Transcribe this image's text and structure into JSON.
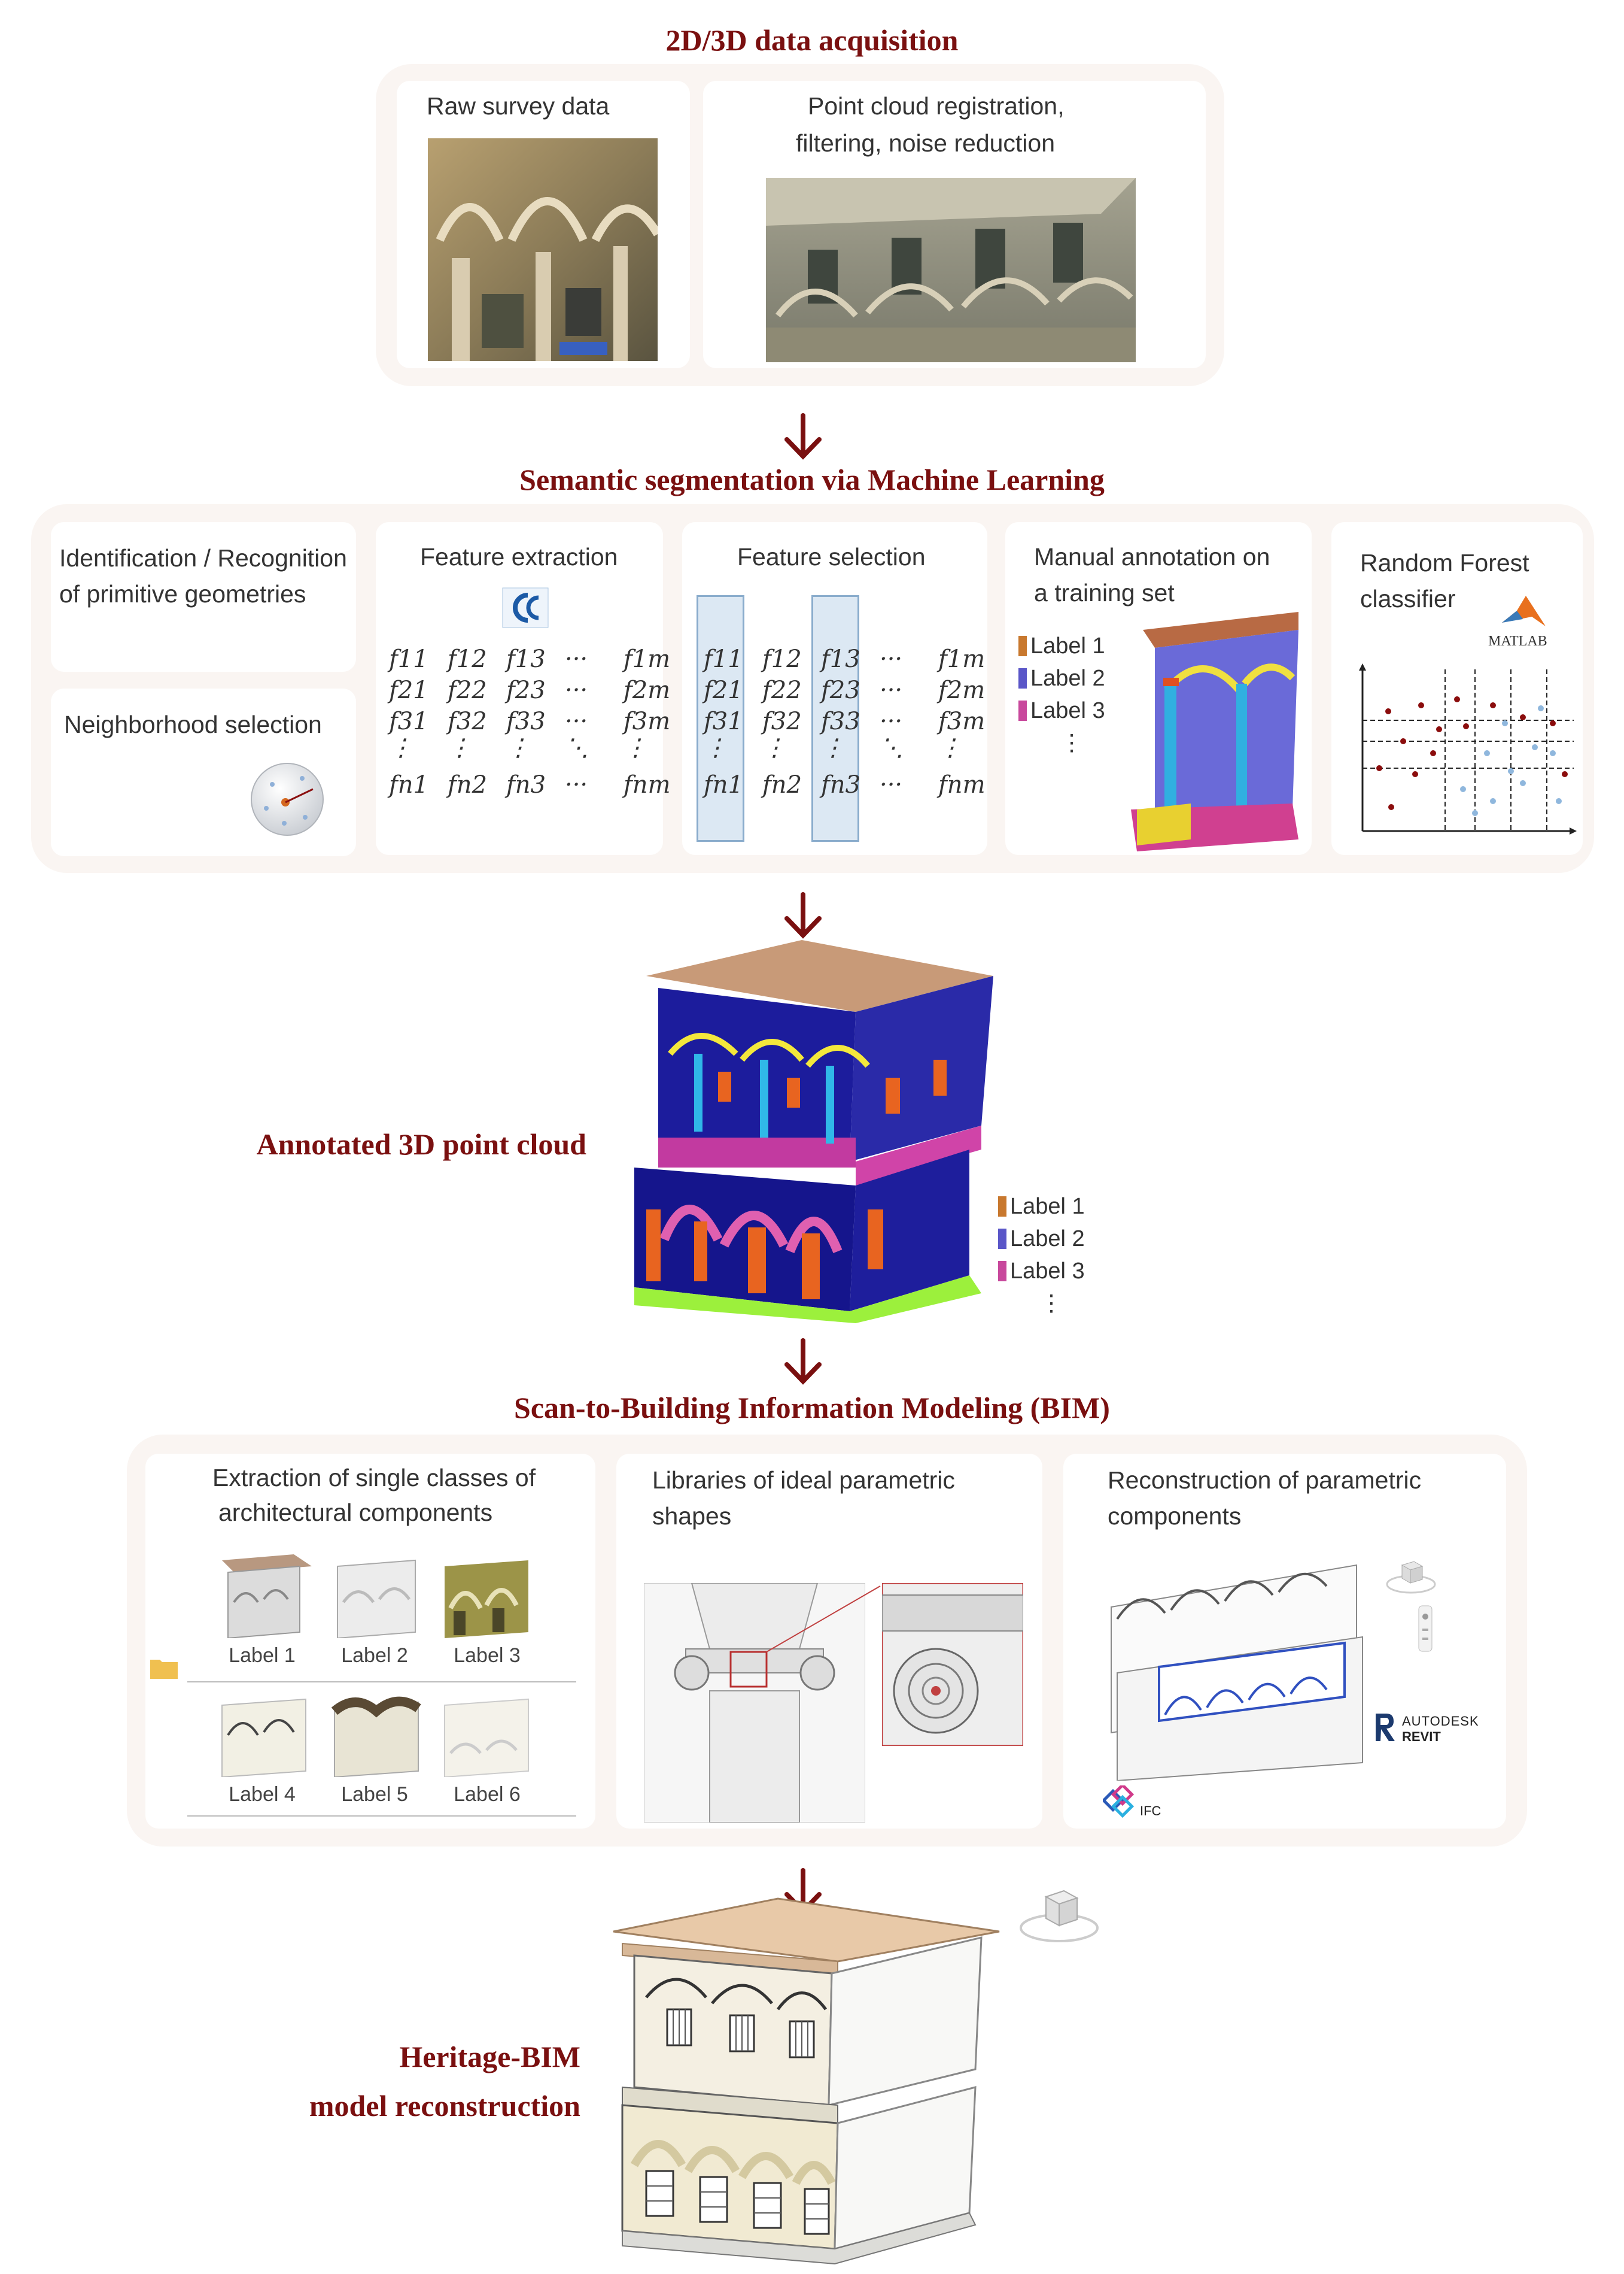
{
  "sections": {
    "acquisition": {
      "title": "2D/3D data acquisition",
      "raw_label": "Raw survey data",
      "registration_label_line1": "Point cloud registration,",
      "registration_label_line2": "filtering, noise reduction"
    },
    "segmentation": {
      "title": "Semantic segmentation via Machine Learning",
      "identification_line1": "Identification / Recognition",
      "identification_line2": "of primitive geometries",
      "neighborhood": "Neighborhood selection",
      "feature_extraction": "Feature extraction",
      "feature_selection": "Feature selection",
      "annotation_line1": "Manual annotation on",
      "annotation_line2": "a training set",
      "rf_line1": "Random Forest",
      "rf_line2": "classifier",
      "matlab": "MATLAB",
      "matrix": {
        "rows": [
          [
            "f11",
            "f12",
            "f13",
            "···",
            "f1m"
          ],
          [
            "f21",
            "f22",
            "f23",
            "···",
            "f2m"
          ],
          [
            "f31",
            "f32",
            "f33",
            "···",
            "f3m"
          ],
          [
            "⋮",
            "⋮",
            "⋮",
            "⋱",
            "⋮"
          ],
          [
            "fn1",
            "fn2",
            "fn3",
            "···",
            "fnm"
          ]
        ]
      }
    },
    "annotated": {
      "title": "Annotated 3D point cloud"
    },
    "scan_to_bim": {
      "title": "Scan-to-Building Information Modeling (BIM)",
      "extraction_line1": "Extraction of single classes of",
      "extraction_line2": "architectural components",
      "libraries_line1": "Libraries of ideal parametric",
      "libraries_line2": "shapes",
      "reconstruction_line1": "Reconstruction of parametric",
      "reconstruction_line2": "components",
      "thumb_labels": [
        "Label 1",
        "Label 2",
        "Label 3",
        "Label 4",
        "Label 5",
        "Label 6"
      ],
      "autodesk": "AUTODESK",
      "revit": "REVIT",
      "ifc": "IFC"
    },
    "hbim": {
      "line1": "Heritage-BIM",
      "line2": "model reconstruction"
    }
  },
  "legend": {
    "items": [
      {
        "label": "Label 1",
        "color": "#c8782e"
      },
      {
        "label": "Label 2",
        "color": "#5a56c8"
      },
      {
        "label": "Label 3",
        "color": "#c8489c"
      }
    ],
    "more": "⋮"
  },
  "colors": {
    "title": "#7a1010",
    "panel": "#faf5f2",
    "scatter_red": "#8b0d0d",
    "scatter_blue": "#8fb7dd"
  }
}
